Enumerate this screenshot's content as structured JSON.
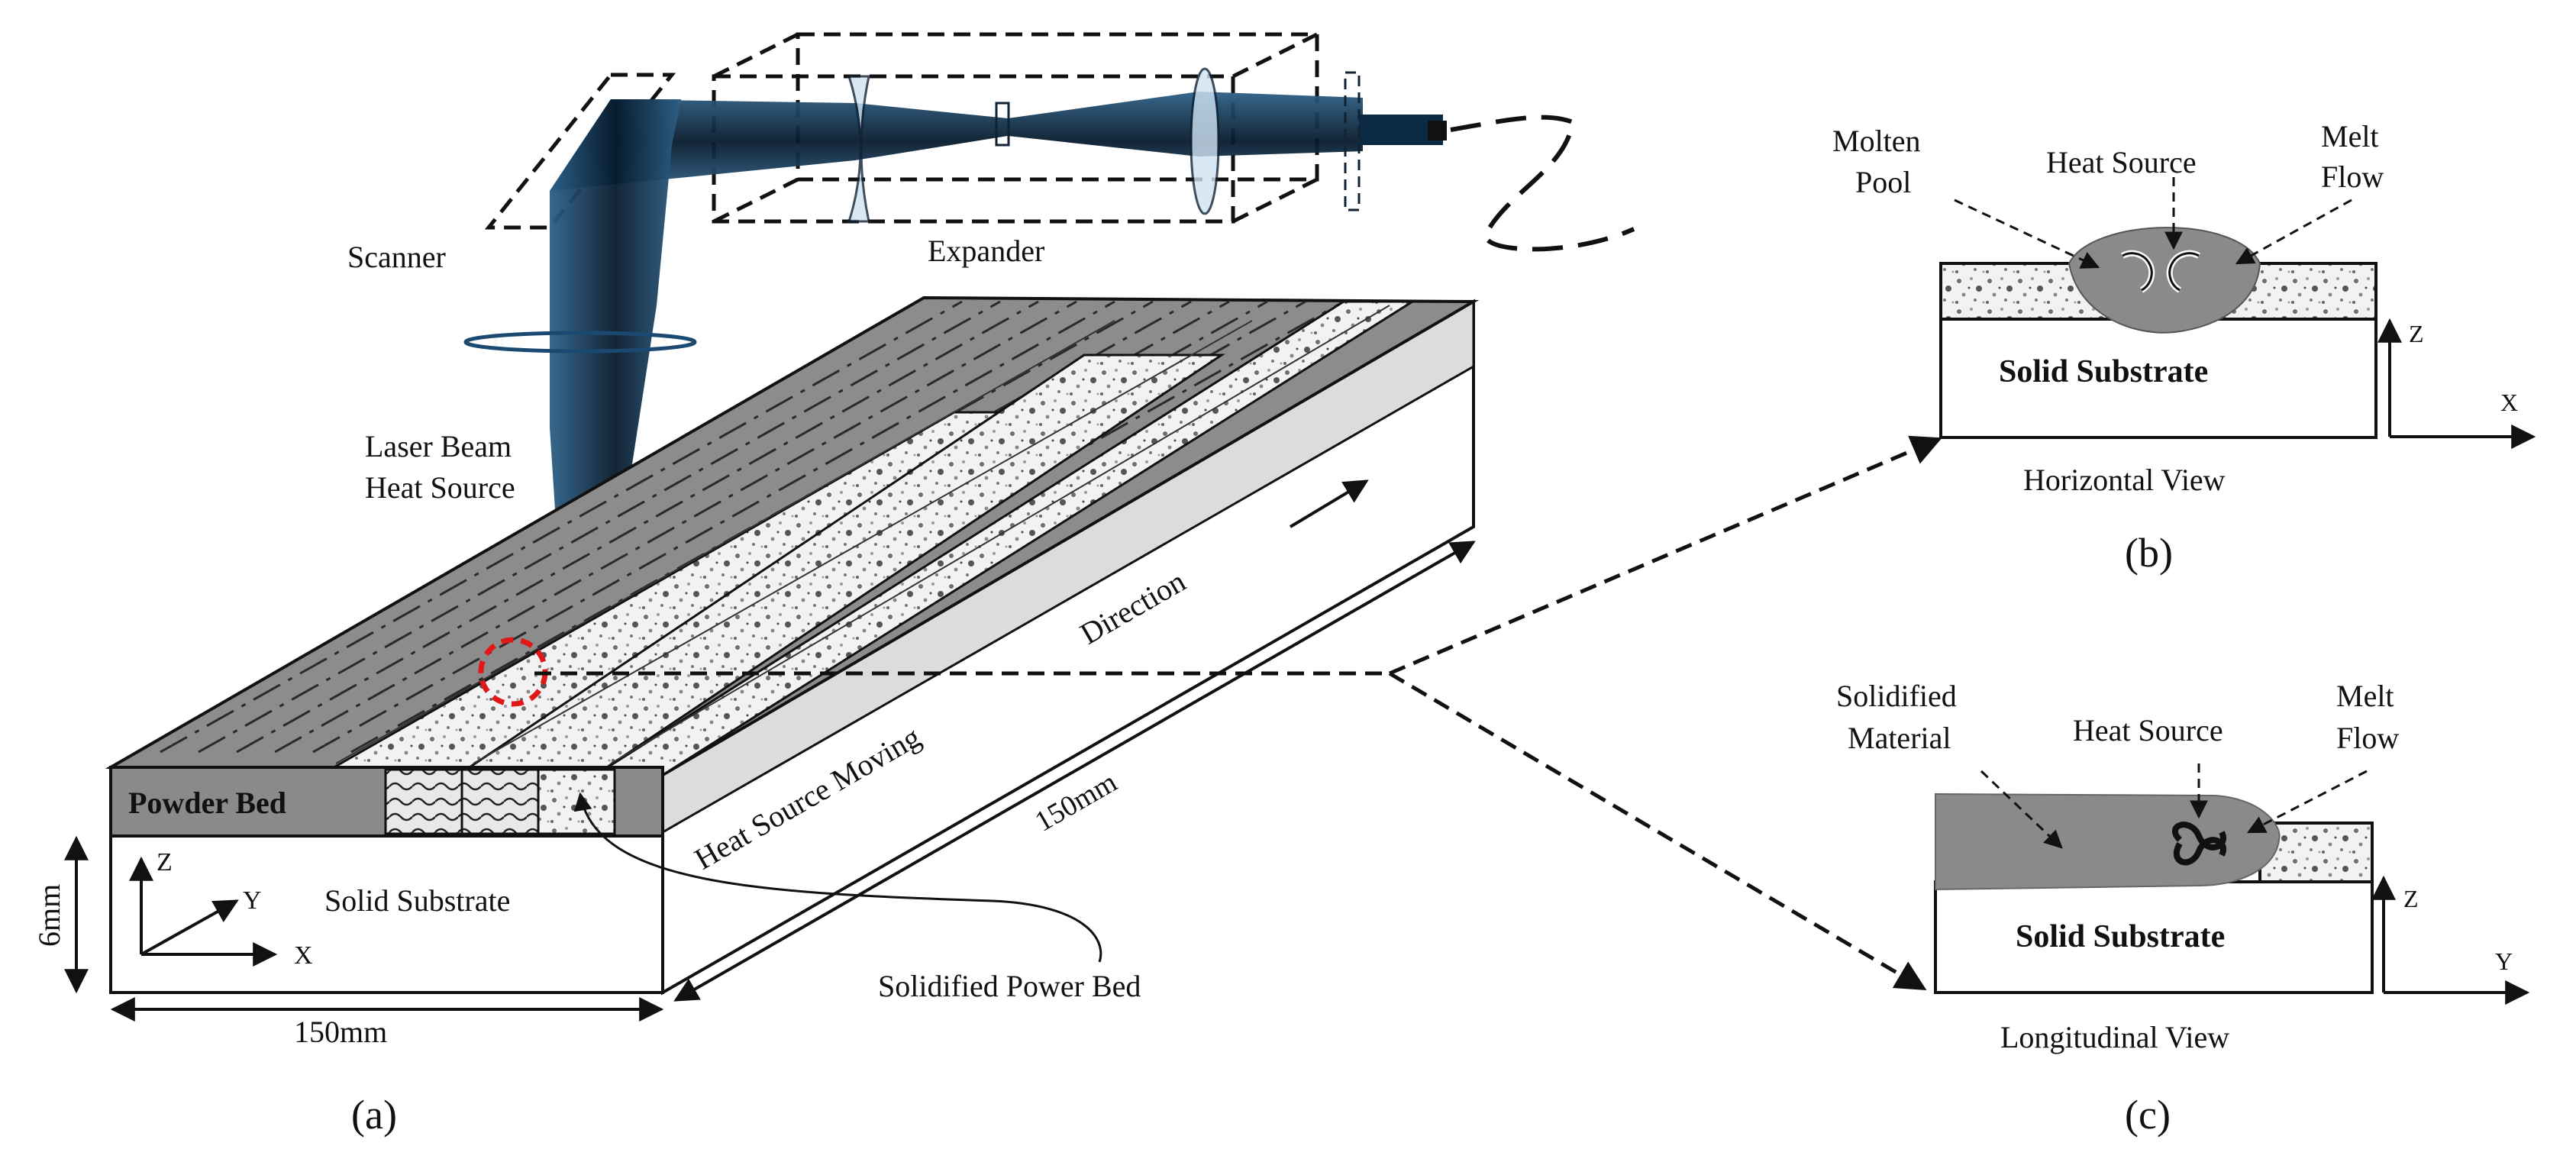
{
  "panel_a": {
    "scanner": "Scanner",
    "expander": "Expander",
    "laser_line1": "Laser Beam",
    "laser_line2": "Heat Source",
    "powder_bed": "Powder Bed",
    "solid_substrate": "Solid Substrate",
    "direction_line1": "Direction",
    "direction_line2": "Heat Source Moving",
    "dim_length": "150mm",
    "dim_width": "150mm",
    "dim_height": "6mm",
    "solidified_power_bed": "Solidified Power Bed",
    "axis_z": "Z",
    "axis_y": "Y",
    "axis_x": "X",
    "caption": "(a)"
  },
  "panel_b": {
    "molten_line1": "Molten",
    "molten_line2": "Pool",
    "heat_source": "Heat Source",
    "melt_line1": "Melt",
    "melt_line2": "Flow",
    "solid_substrate": "Solid Substrate",
    "view": "Horizontal View",
    "axis_z": "Z",
    "axis_x": "X",
    "caption": "(b)"
  },
  "panel_c": {
    "solidified_line1": "Solidified",
    "solidified_line2": "Material",
    "heat_source": "Heat Source",
    "melt_line1": "Melt",
    "melt_line2": "Flow",
    "solid_substrate": "Solid Substrate",
    "view": "Longitudinal View",
    "axis_z": "Z",
    "axis_y": "Y",
    "caption": "(c)"
  },
  "colors": {
    "beam": "#0b2a44",
    "powder_top": "#8c8c8c",
    "molten": "#8a8a8a",
    "highlight_circle": "#e01818"
  }
}
